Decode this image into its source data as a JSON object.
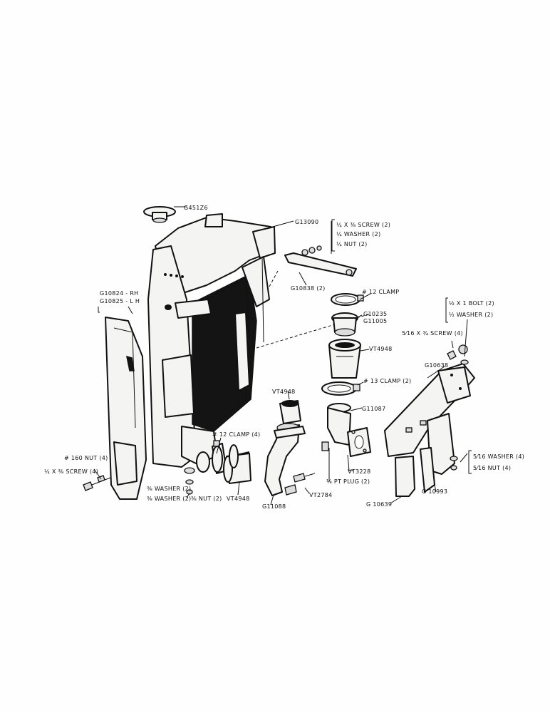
{
  "labels": {
    "cap": "G451Z6",
    "radiator": "G13090",
    "screw_quarter": "¼ X ⅜ SCREW (2)",
    "washer_quarter": "¼ WASHER (2)",
    "nut_quarter": "¼ NUT (2)",
    "bracket_g10838": "G10838 (2)",
    "clamp12_top": "# 12 CLAMP",
    "g10235": "G10235",
    "g11005": "G11005",
    "vt4948_right": "VT4948",
    "clamp13": "# 13 CLAMP (2)",
    "g11087": "G11087",
    "vt3228": "VT3228",
    "pt_plug": "⅛ PT PLUG (2)",
    "vt2784": "VT2784",
    "g11088": "G11088",
    "vt4948_left": "VT4948",
    "vt4948_bottom": "VT4948",
    "clamp12_four": "# 12 CLAMP (4)",
    "washer_bottom1": "⅜ WASHER (2)",
    "washer_bottom2": "⅜ WASHER (2)",
    "nut_bottom": "⅜ NUT (2)",
    "rh": "G10824 - RH",
    "lh": "G10825 - L H",
    "nut160": "# 160 NUT (4)",
    "screw_left": "¼ X ⅜ SCREW (4)",
    "bolt": "½ X 1 BOLT (2)",
    "washer_half": "½ WASHER (2)",
    "screw_516": "5⁄16 X ¾ SCREW (4)",
    "g10638": "G10638",
    "washer_516": "5⁄16 WASHER (4)",
    "nut_516": "5⁄16 NUT (4)",
    "g10993": "G 10993",
    "g10639": "G 10639"
  },
  "colors": {
    "ink": "#111111",
    "paper": "#fefefe",
    "core": "#141414"
  }
}
